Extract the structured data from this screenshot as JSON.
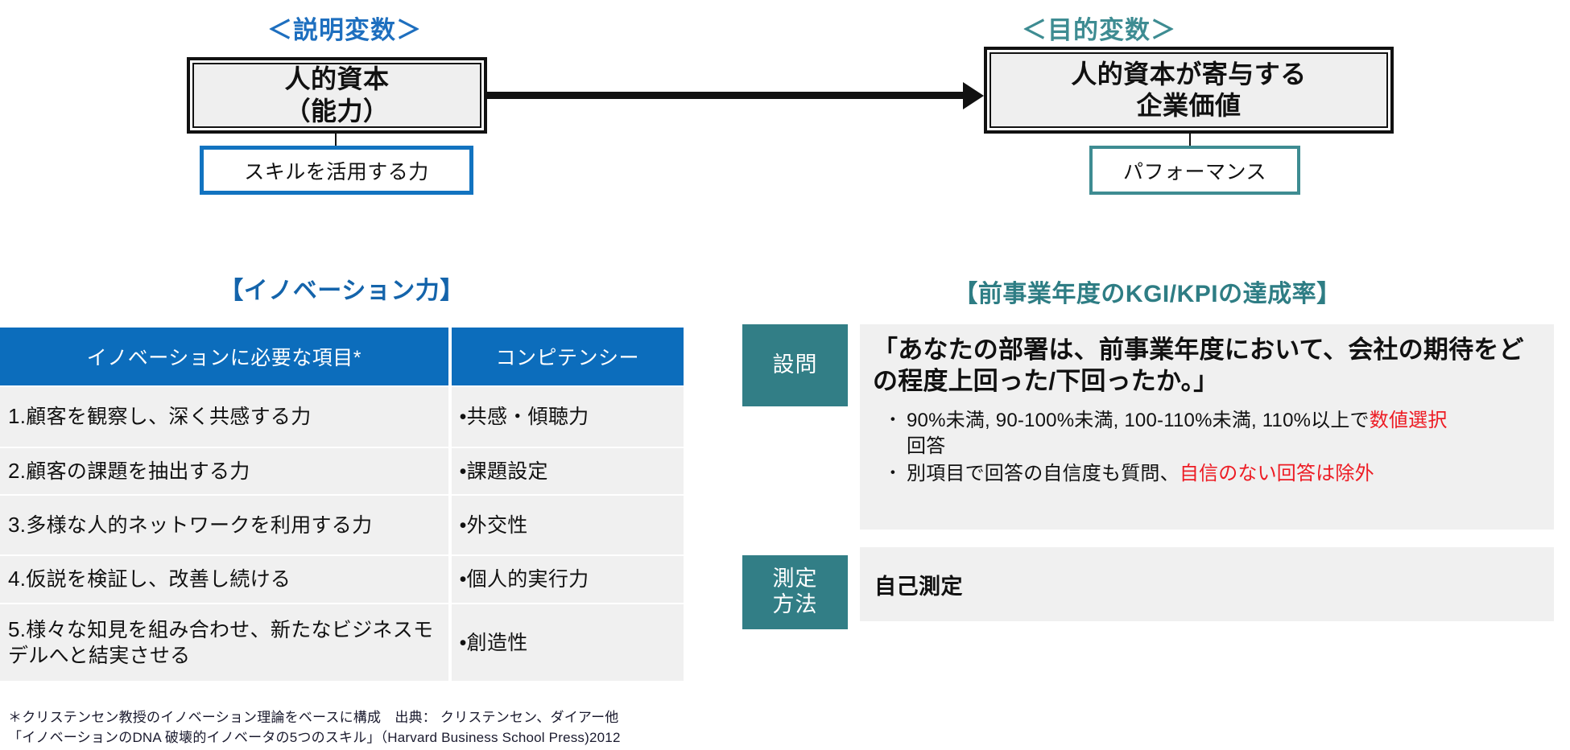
{
  "diagram": {
    "explanatory": {
      "variable_label": "＜説明変数＞",
      "box_text": "人的資本\n（能力）",
      "sub_box_text": "スキルを活用する力"
    },
    "objective": {
      "variable_label": "＜目的変数＞",
      "box_text": "人的資本が寄与する\n企業価値",
      "sub_box_text": "パフォーマンス"
    },
    "arrow": "right-arrow"
  },
  "left_section": {
    "title": "【イノベーション力】",
    "table": {
      "headers": [
        "イノベーションに必要な項目*",
        "コンピテンシー"
      ],
      "rows": [
        {
          "num": "1.",
          "item": "顧客を観察し、深く共感する力",
          "competency": "•共感・傾聴力"
        },
        {
          "num": "2.",
          "item": "顧客の課題を抽出する力",
          "competency": "•課題設定"
        },
        {
          "num": "3.",
          "item": "多様な人的ネットワークを利用する力",
          "competency": "•外交性"
        },
        {
          "num": "4.",
          "item": "仮説を検証し、改善し続ける",
          "competency": "•個人的実行力"
        },
        {
          "num": "5.",
          "item": "様々な知見を組み合わせ、新たなビジネスモデルへと結実させる",
          "competency": "•創造性"
        }
      ]
    },
    "footnote_line1": "＊クリステンセン教授のイノベーション理論をベースに構成　出典： クリステンセン、ダイアー他",
    "footnote_line2": "「イノベーションのDNA 破壊的イノベータの5つのスキル」（Harvard Business School Press)2012"
  },
  "right_section": {
    "title": "【前事業年度のKGI/KPIの達成率】",
    "question": {
      "tag": "設問",
      "text": "「あなたの部署は、前事業年度において、会社の期待をどの程度上回った/下回ったか。」",
      "bullets": [
        {
          "marker": "・",
          "parts": [
            {
              "text": "90%未満, 90-100%未満, 100-110%未満, 110%以上で",
              "color": "black"
            },
            {
              "text": "数値選択",
              "color": "red"
            },
            {
              "text": "回答",
              "color": "black",
              "newline": true
            }
          ]
        },
        {
          "marker": "・",
          "parts": [
            {
              "text": "別項目で回答の自信度も質問、",
              "color": "black"
            },
            {
              "text": "自信のない回答は除外",
              "color": "red"
            }
          ]
        }
      ]
    },
    "method": {
      "tag": "測定\n方法",
      "text": "自己測定"
    }
  },
  "colors": {
    "blue_accent": "#1273C0",
    "teal_accent": "#327E86",
    "table_header_blue": "#0C6DBC",
    "red_highlight": "#ED1C24",
    "row_gray": "#f0f0f0"
  }
}
